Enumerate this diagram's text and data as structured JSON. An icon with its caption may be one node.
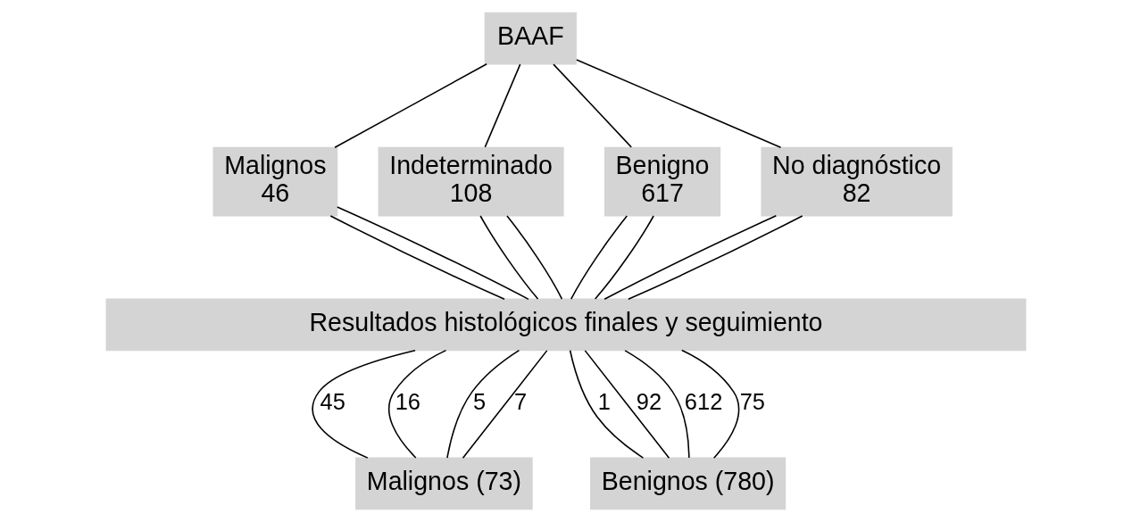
{
  "diagram": {
    "nodes": [
      {
        "text": [
          "BAAF"
        ]
      },
      {
        "text": [
          "Malignos",
          "46"
        ]
      },
      {
        "text": [
          "Indeterminado",
          "108"
        ]
      },
      {
        "text": [
          "Benigno",
          "617"
        ]
      },
      {
        "text": [
          "No diagnóstico",
          "82"
        ]
      },
      {
        "text": [
          "Resultados histológicos finales y seguimiento"
        ]
      },
      {
        "text": [
          "Malignos (73)"
        ]
      },
      {
        "text": [
          "Benignos (780)"
        ]
      }
    ],
    "edges": [
      {
        "from": 0,
        "to": 1,
        "arrow": "none"
      },
      {
        "from": 0,
        "to": 2,
        "arrow": "none"
      },
      {
        "from": 0,
        "to": 3,
        "arrow": "none"
      },
      {
        "from": 0,
        "to": 4,
        "arrow": "none"
      },
      {
        "from": 1,
        "to": 5,
        "arrow": "none"
      },
      {
        "from": 1,
        "to": 5,
        "arrow": "none"
      },
      {
        "from": 2,
        "to": 5,
        "arrow": "none"
      },
      {
        "from": 2,
        "to": 5,
        "arrow": "none"
      },
      {
        "from": 3,
        "to": 5,
        "arrow": "none"
      },
      {
        "from": 3,
        "to": 5,
        "arrow": "none"
      },
      {
        "from": 4,
        "to": 5,
        "arrow": "none"
      },
      {
        "from": 4,
        "to": 5,
        "arrow": "none"
      },
      {
        "from": 5,
        "to": 6,
        "arrow": "none",
        "label": "45"
      },
      {
        "from": 5,
        "to": 6,
        "arrow": "none",
        "label": "16"
      },
      {
        "from": 5,
        "to": 6,
        "arrow": "none",
        "label": "5"
      },
      {
        "from": 5,
        "to": 6,
        "arrow": "none",
        "label": "7"
      },
      {
        "from": 5,
        "to": 7,
        "arrow": "none",
        "label": "1"
      },
      {
        "from": 5,
        "to": 7,
        "arrow": "none",
        "label": "92"
      },
      {
        "from": 5,
        "to": 7,
        "arrow": "none",
        "label": "612"
      },
      {
        "from": 5,
        "to": 7,
        "arrow": "none",
        "label": "75"
      }
    ]
  }
}
